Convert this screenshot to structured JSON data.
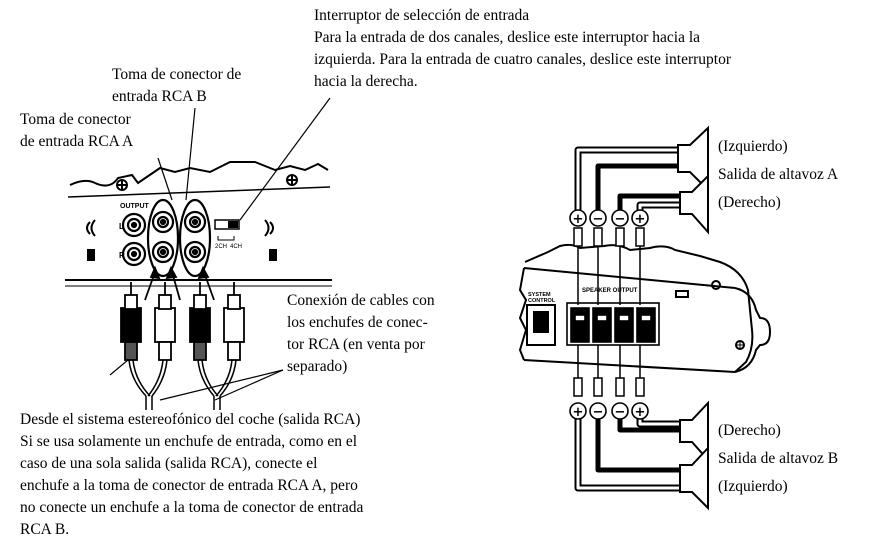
{
  "labels": {
    "selector_switch": [
      "Interruptor de selección de entrada",
      "Para la entrada de dos canales, deslice este interruptor hacia la",
      "izquierda. Para la entrada de cuatro canales, deslice este interruptor",
      "hacia la derecha."
    ],
    "jack_b": [
      "Toma de conector de",
      "entrada RCA B"
    ],
    "jack_a": [
      "Toma de conector",
      "de entrada RCA A"
    ],
    "cables": [
      "Conexión de cables con",
      "los enchufes de conec-",
      "tor RCA (en venta por",
      "separado)"
    ],
    "source": [
      "Desde el sistema estereofónico del coche (salida RCA)",
      "Si se usa solamente un enchufe de entrada, como en el",
      "caso de una sola salida (salida RCA), conecte el",
      "enchufe a la toma de conector de entrada RCA A, pero",
      "no conecte un enchufe a la toma de conector de entrada",
      "RCA B."
    ],
    "output_a": [
      "(Izquierdo)",
      "Salida de altavoz A",
      "(Derecho)"
    ],
    "output_b": [
      "(Derecho)",
      "Salida de altavoz B",
      "(Izquierdo)"
    ]
  },
  "panel_markings": {
    "output": "OUTPUT",
    "left": "L",
    "right": "R",
    "switch_2ch": "2CH",
    "switch_4ch": "4CH",
    "system_control": [
      "SYSTEM",
      "CONTROL"
    ],
    "speaker_output": "SPEAKER OUTPUT"
  },
  "terminal_polarity_top": [
    "+",
    "−",
    "−",
    "+"
  ],
  "terminal_polarity_bottom": [
    "+",
    "−",
    "−",
    "+"
  ]
}
